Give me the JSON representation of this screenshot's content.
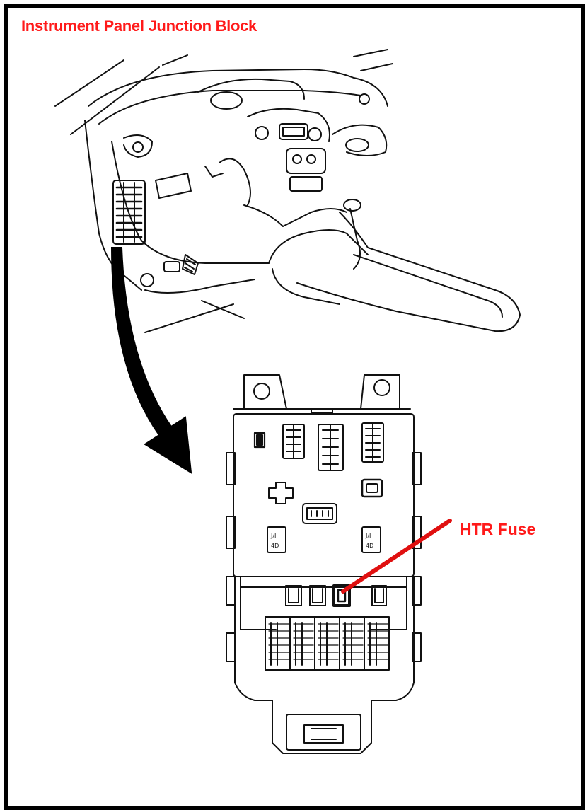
{
  "title": "Instrument Panel Junction Block",
  "callout_label": "HTR Fuse",
  "colors": {
    "label": "#ff1a1a",
    "leader": "#e01010",
    "ink": "#111111",
    "border": "#000000"
  },
  "relay_labels": {
    "left": [
      "J/I",
      "4D"
    ],
    "right": [
      "J/I",
      "4D"
    ]
  }
}
